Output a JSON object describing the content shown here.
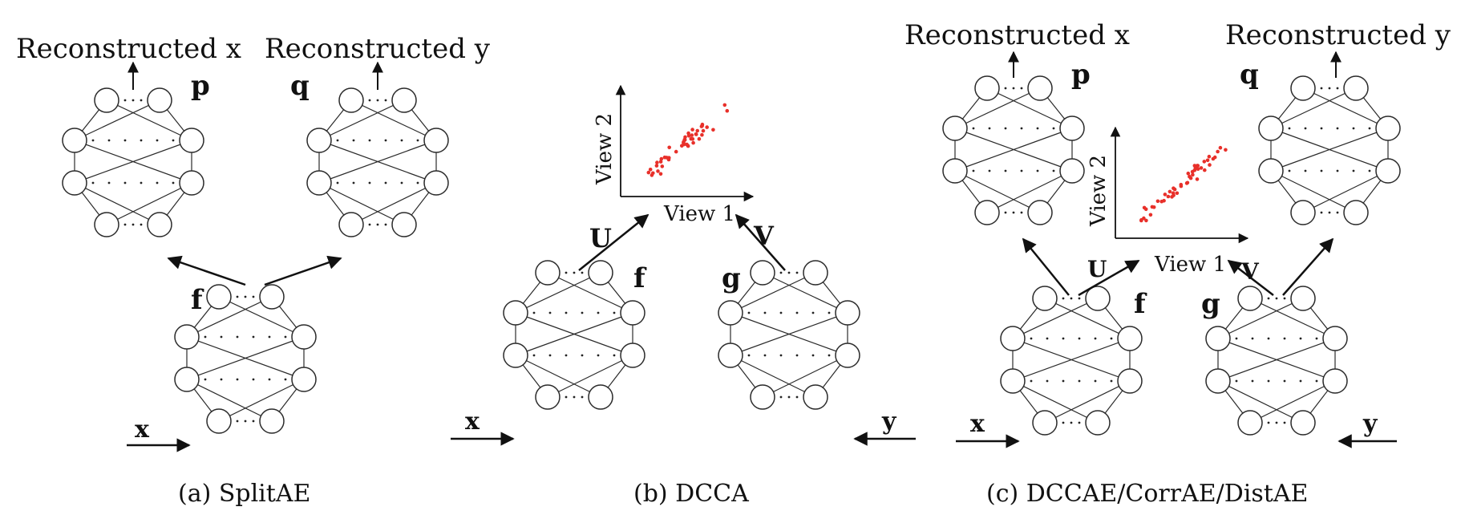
{
  "panels": {
    "a": {
      "caption": "(a) SplitAE",
      "out_x": "Reconstructed x",
      "out_y": "Reconstructed y",
      "net_p": "p",
      "net_q": "q",
      "net_f": "f",
      "input_x": "x"
    },
    "b": {
      "caption": "(b) DCCA",
      "net_f": "f",
      "net_g": "g",
      "map_u": "U",
      "map_v": "V",
      "input_x": "x",
      "input_y": "y",
      "plot": {
        "xlabel": "View 1",
        "ylabel": "View 2"
      }
    },
    "c": {
      "caption": "(c) DCCAE/CorrAE/DistAE",
      "out_x": "Reconstructed x",
      "out_y": "Reconstructed y",
      "net_p": "p",
      "net_q": "q",
      "net_f": "f",
      "net_g": "g",
      "map_u": "U",
      "map_v": "V",
      "input_x": "x",
      "input_y": "y",
      "plot": {
        "xlabel": "View 1",
        "ylabel": "View 2"
      }
    }
  },
  "colors": {
    "points": "#e8302a",
    "lines": "#2a2a2a"
  }
}
